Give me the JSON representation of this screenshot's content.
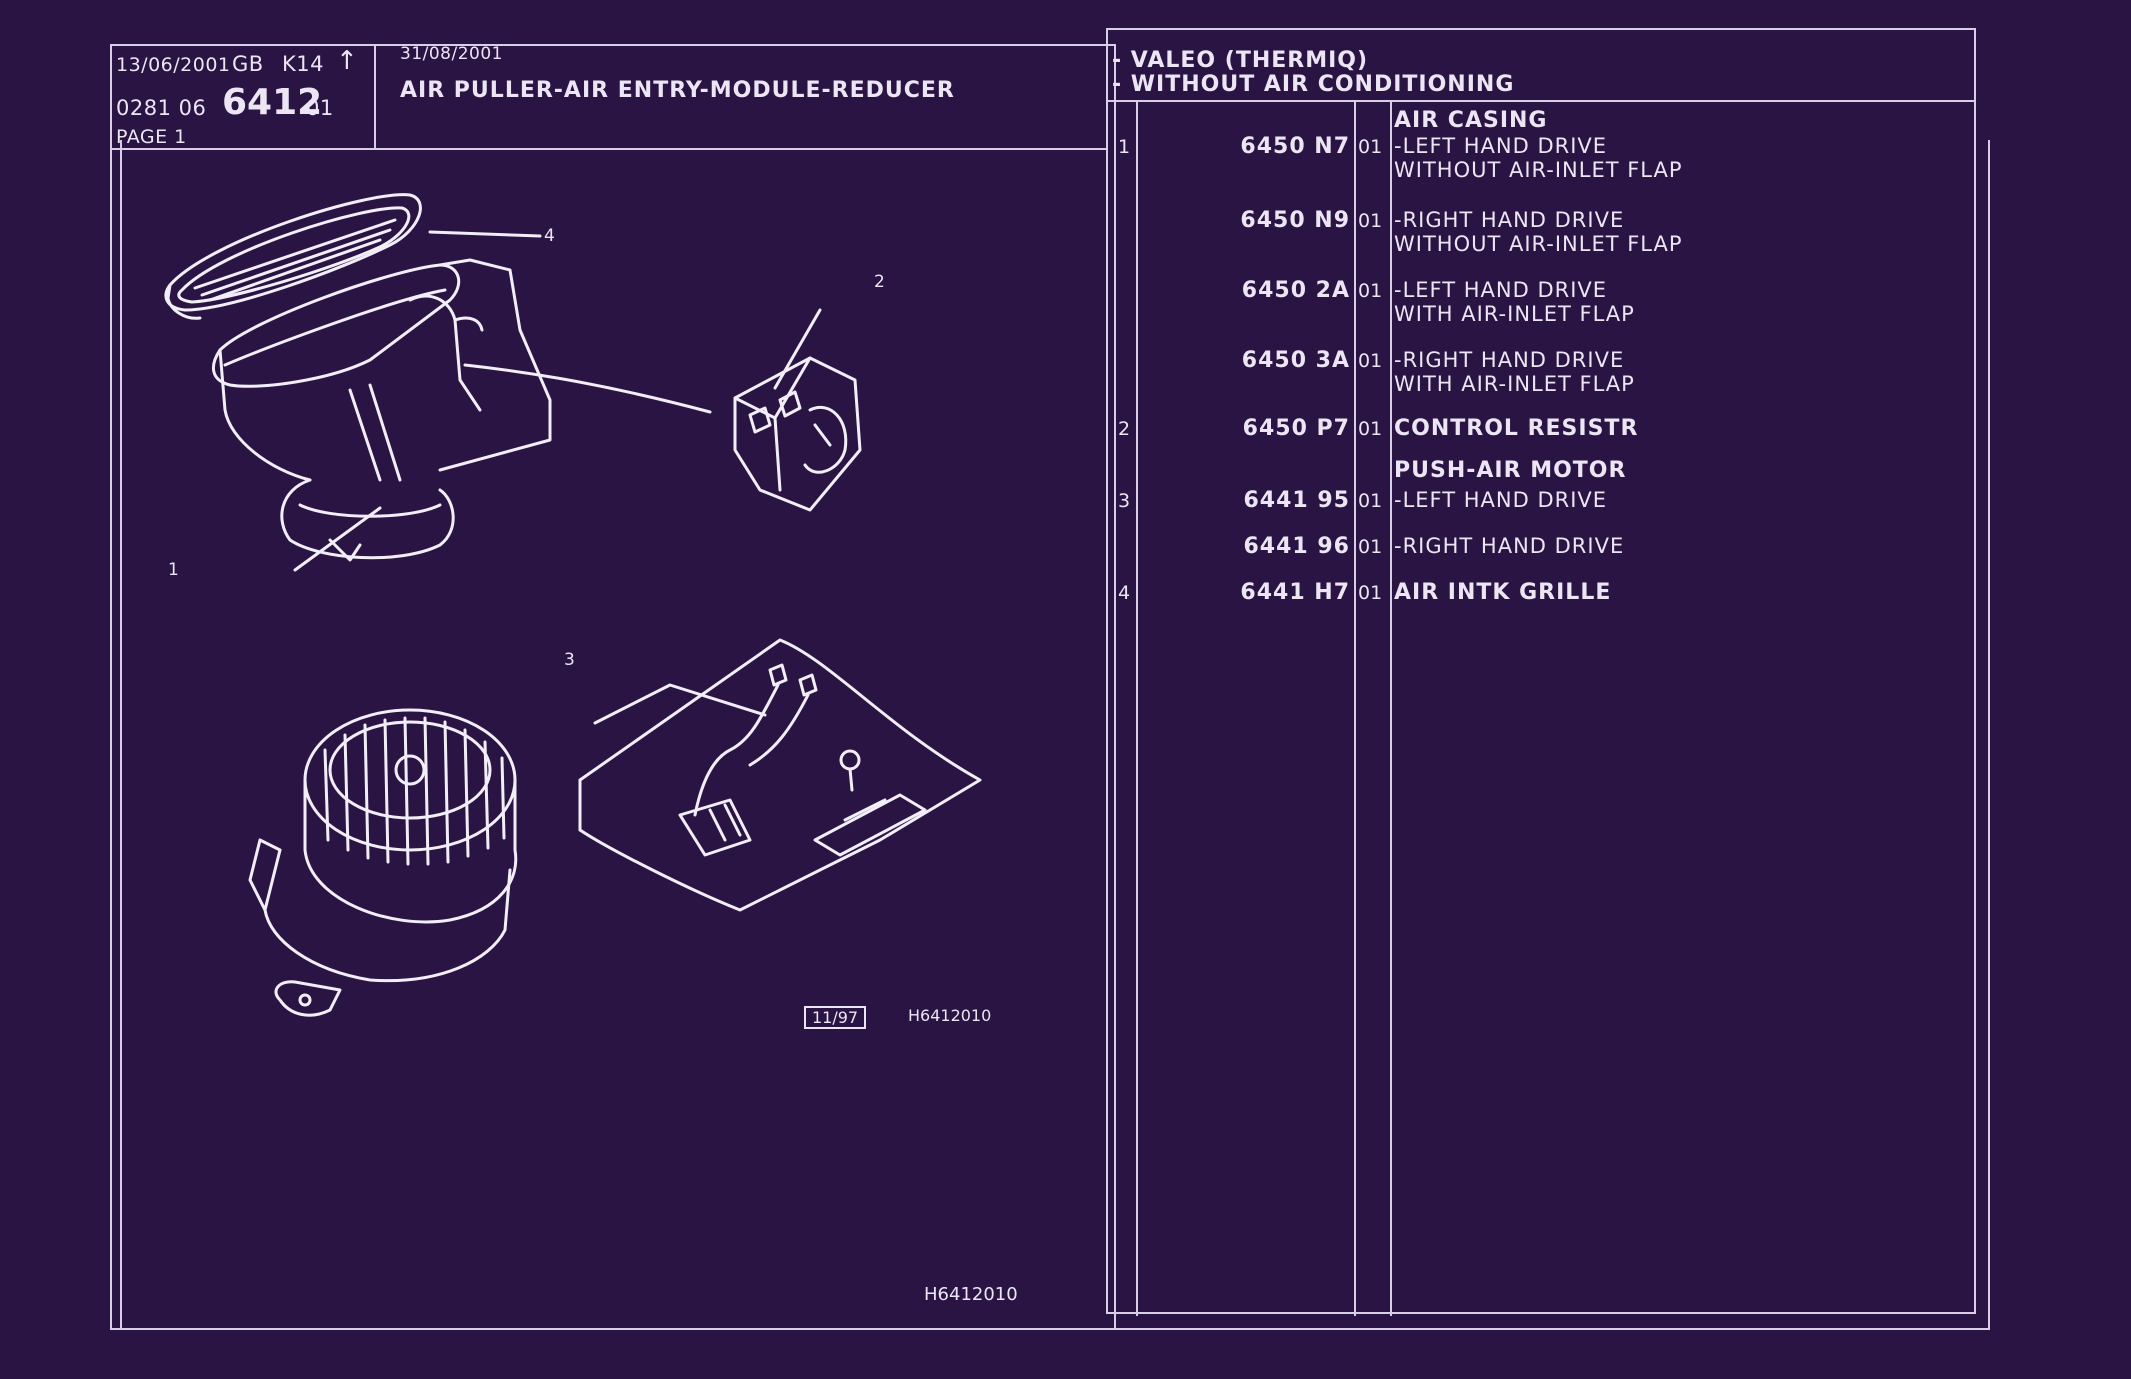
{
  "header": {
    "date1": "13/06/2001",
    "lang_code": "GB",
    "model_code": "K14",
    "arrow": "↑",
    "ref_prefix": "0281  06",
    "ref_main": "6412",
    "ref_suffix": "01",
    "page_label": "PAGE  1",
    "date2": "31/08/2001",
    "title": "AIR PULLER-AIR ENTRY-MODULE-REDUCER",
    "note1": "- VALEO (THERMIQ)",
    "note2": "- WITHOUT AIR CONDITIONING"
  },
  "illustration": {
    "callout1": "1",
    "callout2": "2",
    "callout3": "3",
    "callout4": "4",
    "date_box": "11/97",
    "ref_small": "H6412010",
    "ref_bottom": "H6412010"
  },
  "parts": [
    {
      "item": "1",
      "ref": "6450 N7",
      "qty": "01",
      "heading": "AIR CASING",
      "lines": [
        "-LEFT HAND DRIVE",
        "WITHOUT AIR-INLET FLAP"
      ]
    },
    {
      "item": "",
      "ref": "6450 N9",
      "qty": "01",
      "heading": "",
      "lines": [
        "-RIGHT HAND DRIVE",
        "WITHOUT AIR-INLET FLAP"
      ]
    },
    {
      "item": "",
      "ref": "6450 2A",
      "qty": "01",
      "heading": "",
      "lines": [
        "-LEFT HAND DRIVE",
        "WITH AIR-INLET FLAP"
      ]
    },
    {
      "item": "",
      "ref": "6450 3A",
      "qty": "01",
      "heading": "",
      "lines": [
        "-RIGHT HAND DRIVE",
        "WITH AIR-INLET FLAP"
      ]
    },
    {
      "item": "2",
      "ref": "6450 P7",
      "qty": "01",
      "heading": "",
      "lines": [
        "CONTROL RESISTR"
      ]
    },
    {
      "item": "",
      "ref": "",
      "qty": "",
      "heading": "PUSH-AIR MOTOR",
      "lines": []
    },
    {
      "item": "3",
      "ref": "6441 95",
      "qty": "01",
      "heading": "",
      "lines": [
        "-LEFT HAND DRIVE"
      ]
    },
    {
      "item": "",
      "ref": "6441 96",
      "qty": "01",
      "heading": "",
      "lines": [
        "-RIGHT HAND DRIVE"
      ]
    },
    {
      "item": "4",
      "ref": "6441 H7",
      "qty": "01",
      "heading": "",
      "lines": [
        "AIR INTK GRILLE"
      ]
    }
  ]
}
